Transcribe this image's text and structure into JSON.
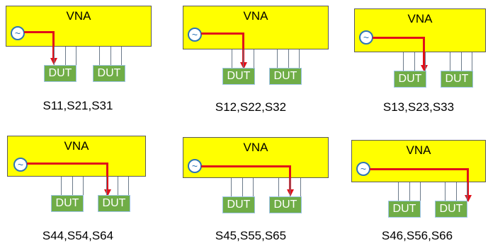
{
  "panels": [
    {
      "vna_label": "VNA",
      "dut_labels": [
        "DUT",
        "DUT"
      ],
      "caption": "S11,S21,S31",
      "source_icon": "sine-wave-icon",
      "target_dut": 1
    },
    {
      "vna_label": "VNA",
      "dut_labels": [
        "DUT",
        "DUT"
      ],
      "caption": "S12,S22,S32",
      "source_icon": "sine-wave-icon",
      "target_dut": 1
    },
    {
      "vna_label": "VNA",
      "dut_labels": [
        "DUT",
        "DUT"
      ],
      "caption": "S13,S23,S33",
      "source_icon": "sine-wave-icon",
      "target_dut": 1
    },
    {
      "vna_label": "VNA",
      "dut_labels": [
        "DUT",
        "DUT"
      ],
      "caption": "S44,S54,S64",
      "source_icon": "sine-wave-icon",
      "target_dut": 2
    },
    {
      "vna_label": "VNA",
      "dut_labels": [
        "DUT",
        "DUT"
      ],
      "caption": "S45,S55,S65",
      "source_icon": "sine-wave-icon",
      "target_dut": 2
    },
    {
      "vna_label": "VNA",
      "dut_labels": [
        "DUT",
        "DUT"
      ],
      "caption": "S46,S56,S66",
      "source_icon": "sine-wave-icon",
      "target_dut": 2
    }
  ],
  "colors": {
    "vna_fill": "#ffff00",
    "dut_fill": "#70ad47",
    "dut_text": "#ffffff",
    "signal_path": "#e0101a",
    "source_ring": "#2e75b6"
  }
}
